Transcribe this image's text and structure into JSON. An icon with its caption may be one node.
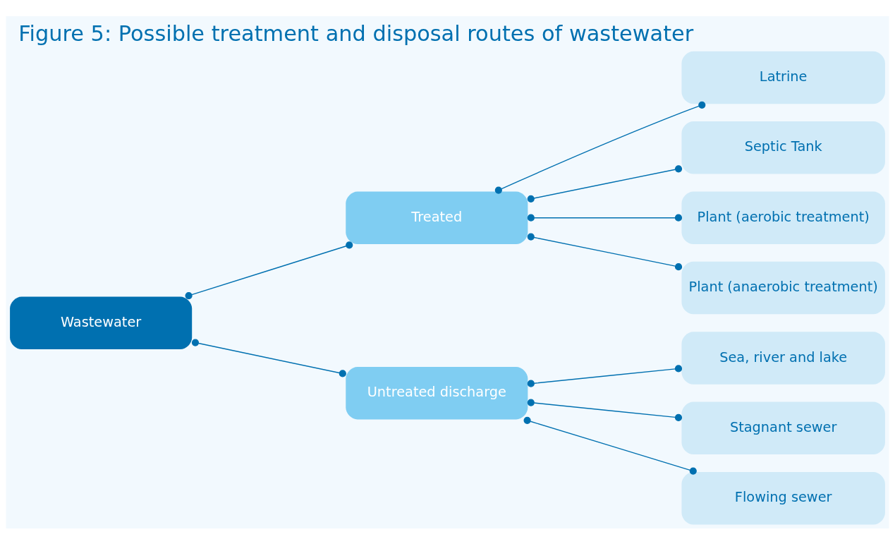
{
  "diagram": {
    "title": "Figure 5: Possible treatment and disposal routes of wastewater",
    "nodes": [
      {
        "text": [
          "Wastewater"
        ]
      },
      {
        "text": [
          "Treated"
        ]
      },
      {
        "text": [
          "Untreated discharge"
        ]
      },
      {
        "text": [
          "Latrine"
        ]
      },
      {
        "text": [
          "Septic Tank"
        ]
      },
      {
        "text": [
          "Plant (aerobic treatment)"
        ]
      },
      {
        "text": [
          "Plant (anaerobic treatment)"
        ]
      },
      {
        "text": [
          "Sea, river and lake"
        ]
      },
      {
        "text": [
          "Stagnant sewer"
        ]
      },
      {
        "text": [
          "Flowing sewer"
        ]
      }
    ],
    "edges": [
      {
        "from": 0,
        "to": 1,
        "arrow": "other"
      },
      {
        "from": 0,
        "to": 2,
        "arrow": "other"
      },
      {
        "from": 1,
        "to": 3,
        "arrow": "other"
      },
      {
        "from": 1,
        "to": 4,
        "arrow": "other"
      },
      {
        "from": 1,
        "to": 5,
        "arrow": "other"
      },
      {
        "from": 1,
        "to": 6,
        "arrow": "other"
      },
      {
        "from": 2,
        "to": 7,
        "arrow": "other"
      },
      {
        "from": 2,
        "to": 8,
        "arrow": "other"
      },
      {
        "from": 2,
        "to": 9,
        "arrow": "other"
      }
    ]
  }
}
